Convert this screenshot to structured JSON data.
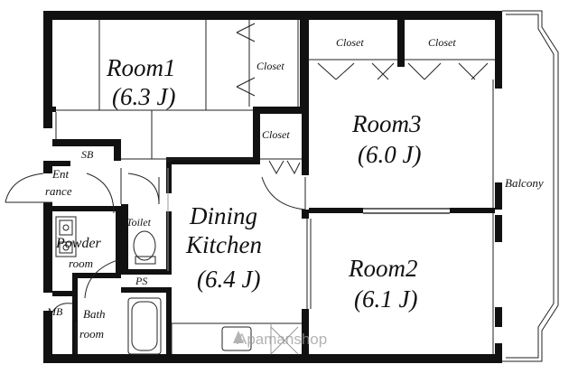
{
  "rooms": {
    "room1": {
      "name": "Room1",
      "size": "(6.3 J)"
    },
    "room2": {
      "name": "Room2",
      "size": "(6.1 J)"
    },
    "room3": {
      "name": "Room3",
      "size": "(6.0 J)"
    },
    "dining": {
      "name1": "Dining",
      "name2": "Kitchen",
      "size": "(6.4 J)"
    }
  },
  "labels": {
    "closet_room1": "Closet",
    "closet_top_left": "Closet",
    "closet_top_right": "Closet",
    "closet_mid": "Closet",
    "balcony": "Balcony",
    "sb": "SB",
    "entrance_1": "Ent",
    "entrance_2": "rance",
    "toilet": "Toilet",
    "powder_1": "Powder",
    "powder_2": "room",
    "ps": "PS",
    "mb": "MB",
    "bath_1": "Bath",
    "bath_2": "room"
  },
  "watermark": {
    "text": "Apamanshop"
  }
}
